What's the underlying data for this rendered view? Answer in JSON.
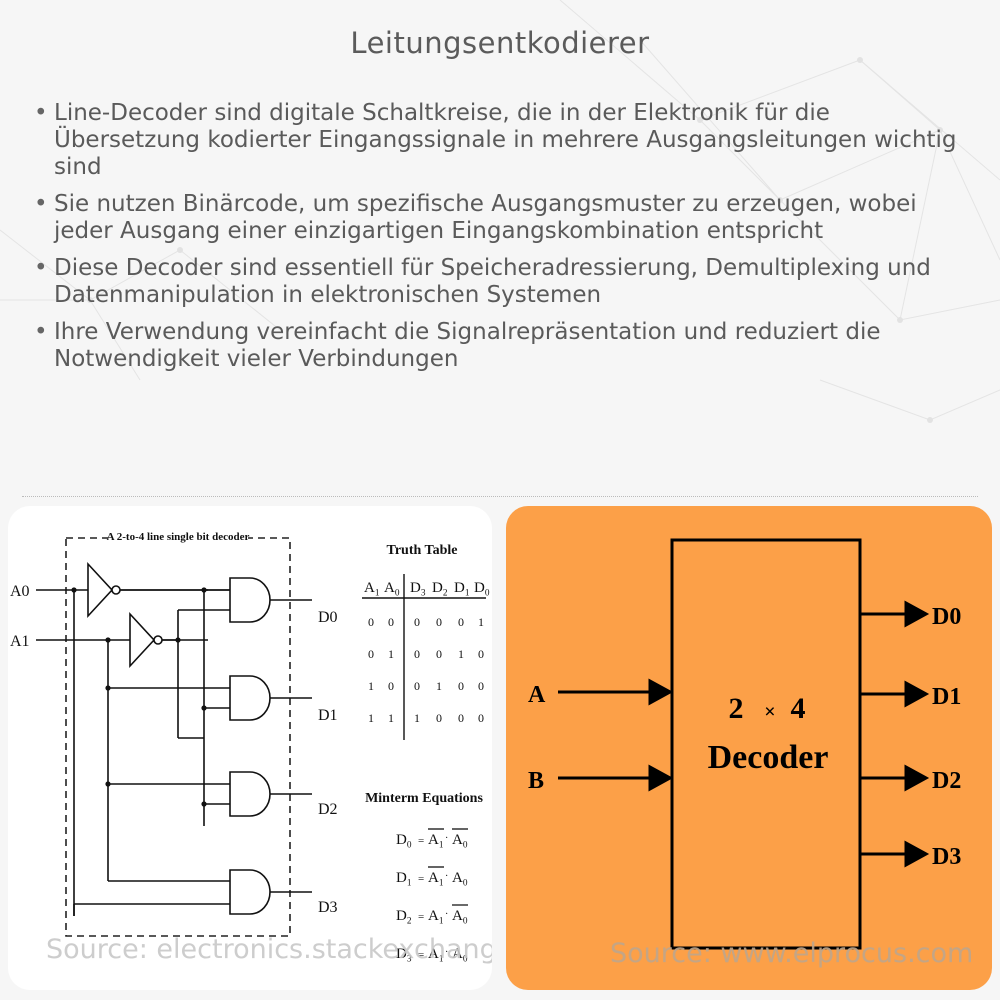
{
  "title": "Leitungsentkodierer",
  "bullets": [
    "Line-Decoder sind digitale Schaltkreise, die in der Elektronik für die Übersetzung kodierter Eingangssignale in mehrere Ausgangsleitungen wichtig sind",
    "Sie nutzen Binärcode, um spezifische Ausgangsmuster zu erzeugen, wobei jeder Ausgang einer einzigartigen Eingangskombination entspricht",
    "Diese Decoder sind essentiell für Speicheradressierung, Demultiplexing und Datenmanipulation in elektronischen Systemen",
    "Ihre Verwendung vereinfacht die Signalrepräsentation und reduziert die Notwendigkeit vieler Verbindungen"
  ],
  "left_panel": {
    "circuit_label": "A 2-to-4 line single bit decoder",
    "inputs": [
      "A0",
      "A1"
    ],
    "outputs": [
      "D0",
      "D1",
      "D2",
      "D3"
    ],
    "truth_table_title": "Truth Table",
    "truth_table_headers": [
      "A1",
      "A0",
      "D3",
      "D2",
      "D1",
      "D0"
    ],
    "truth_table_rows": [
      [
        "0",
        "0",
        "0",
        "0",
        "0",
        "1"
      ],
      [
        "0",
        "1",
        "0",
        "0",
        "1",
        "0"
      ],
      [
        "1",
        "0",
        "0",
        "1",
        "0",
        "0"
      ],
      [
        "1",
        "1",
        "1",
        "0",
        "0",
        "0"
      ]
    ],
    "minterm_title": "Minterm Equations",
    "equations": [
      {
        "lhs": "D0",
        "terms": [
          {
            "v": "A1",
            "bar": true
          },
          {
            "v": "A0",
            "bar": true
          }
        ]
      },
      {
        "lhs": "D1",
        "terms": [
          {
            "v": "A1",
            "bar": true
          },
          {
            "v": "A0",
            "bar": false
          }
        ]
      },
      {
        "lhs": "D2",
        "terms": [
          {
            "v": "A1",
            "bar": false
          },
          {
            "v": "A0",
            "bar": true
          }
        ]
      },
      {
        "lhs": "D3",
        "terms": [
          {
            "v": "A1",
            "bar": false
          },
          {
            "v": "A0",
            "bar": false
          }
        ]
      }
    ],
    "source": "Source: electronics.stackexchange.com"
  },
  "right_panel": {
    "block_line1_left": "2",
    "block_line1_times": "×",
    "block_line1_right": "4",
    "block_line2": "Decoder",
    "inputs": [
      "A",
      "B"
    ],
    "outputs": [
      "D0",
      "D1",
      "D2",
      "D3"
    ],
    "source": "Source: www.elprocus.com"
  },
  "colors": {
    "accent_orange": "#fca048",
    "text_gray": "#5a5a5a"
  }
}
